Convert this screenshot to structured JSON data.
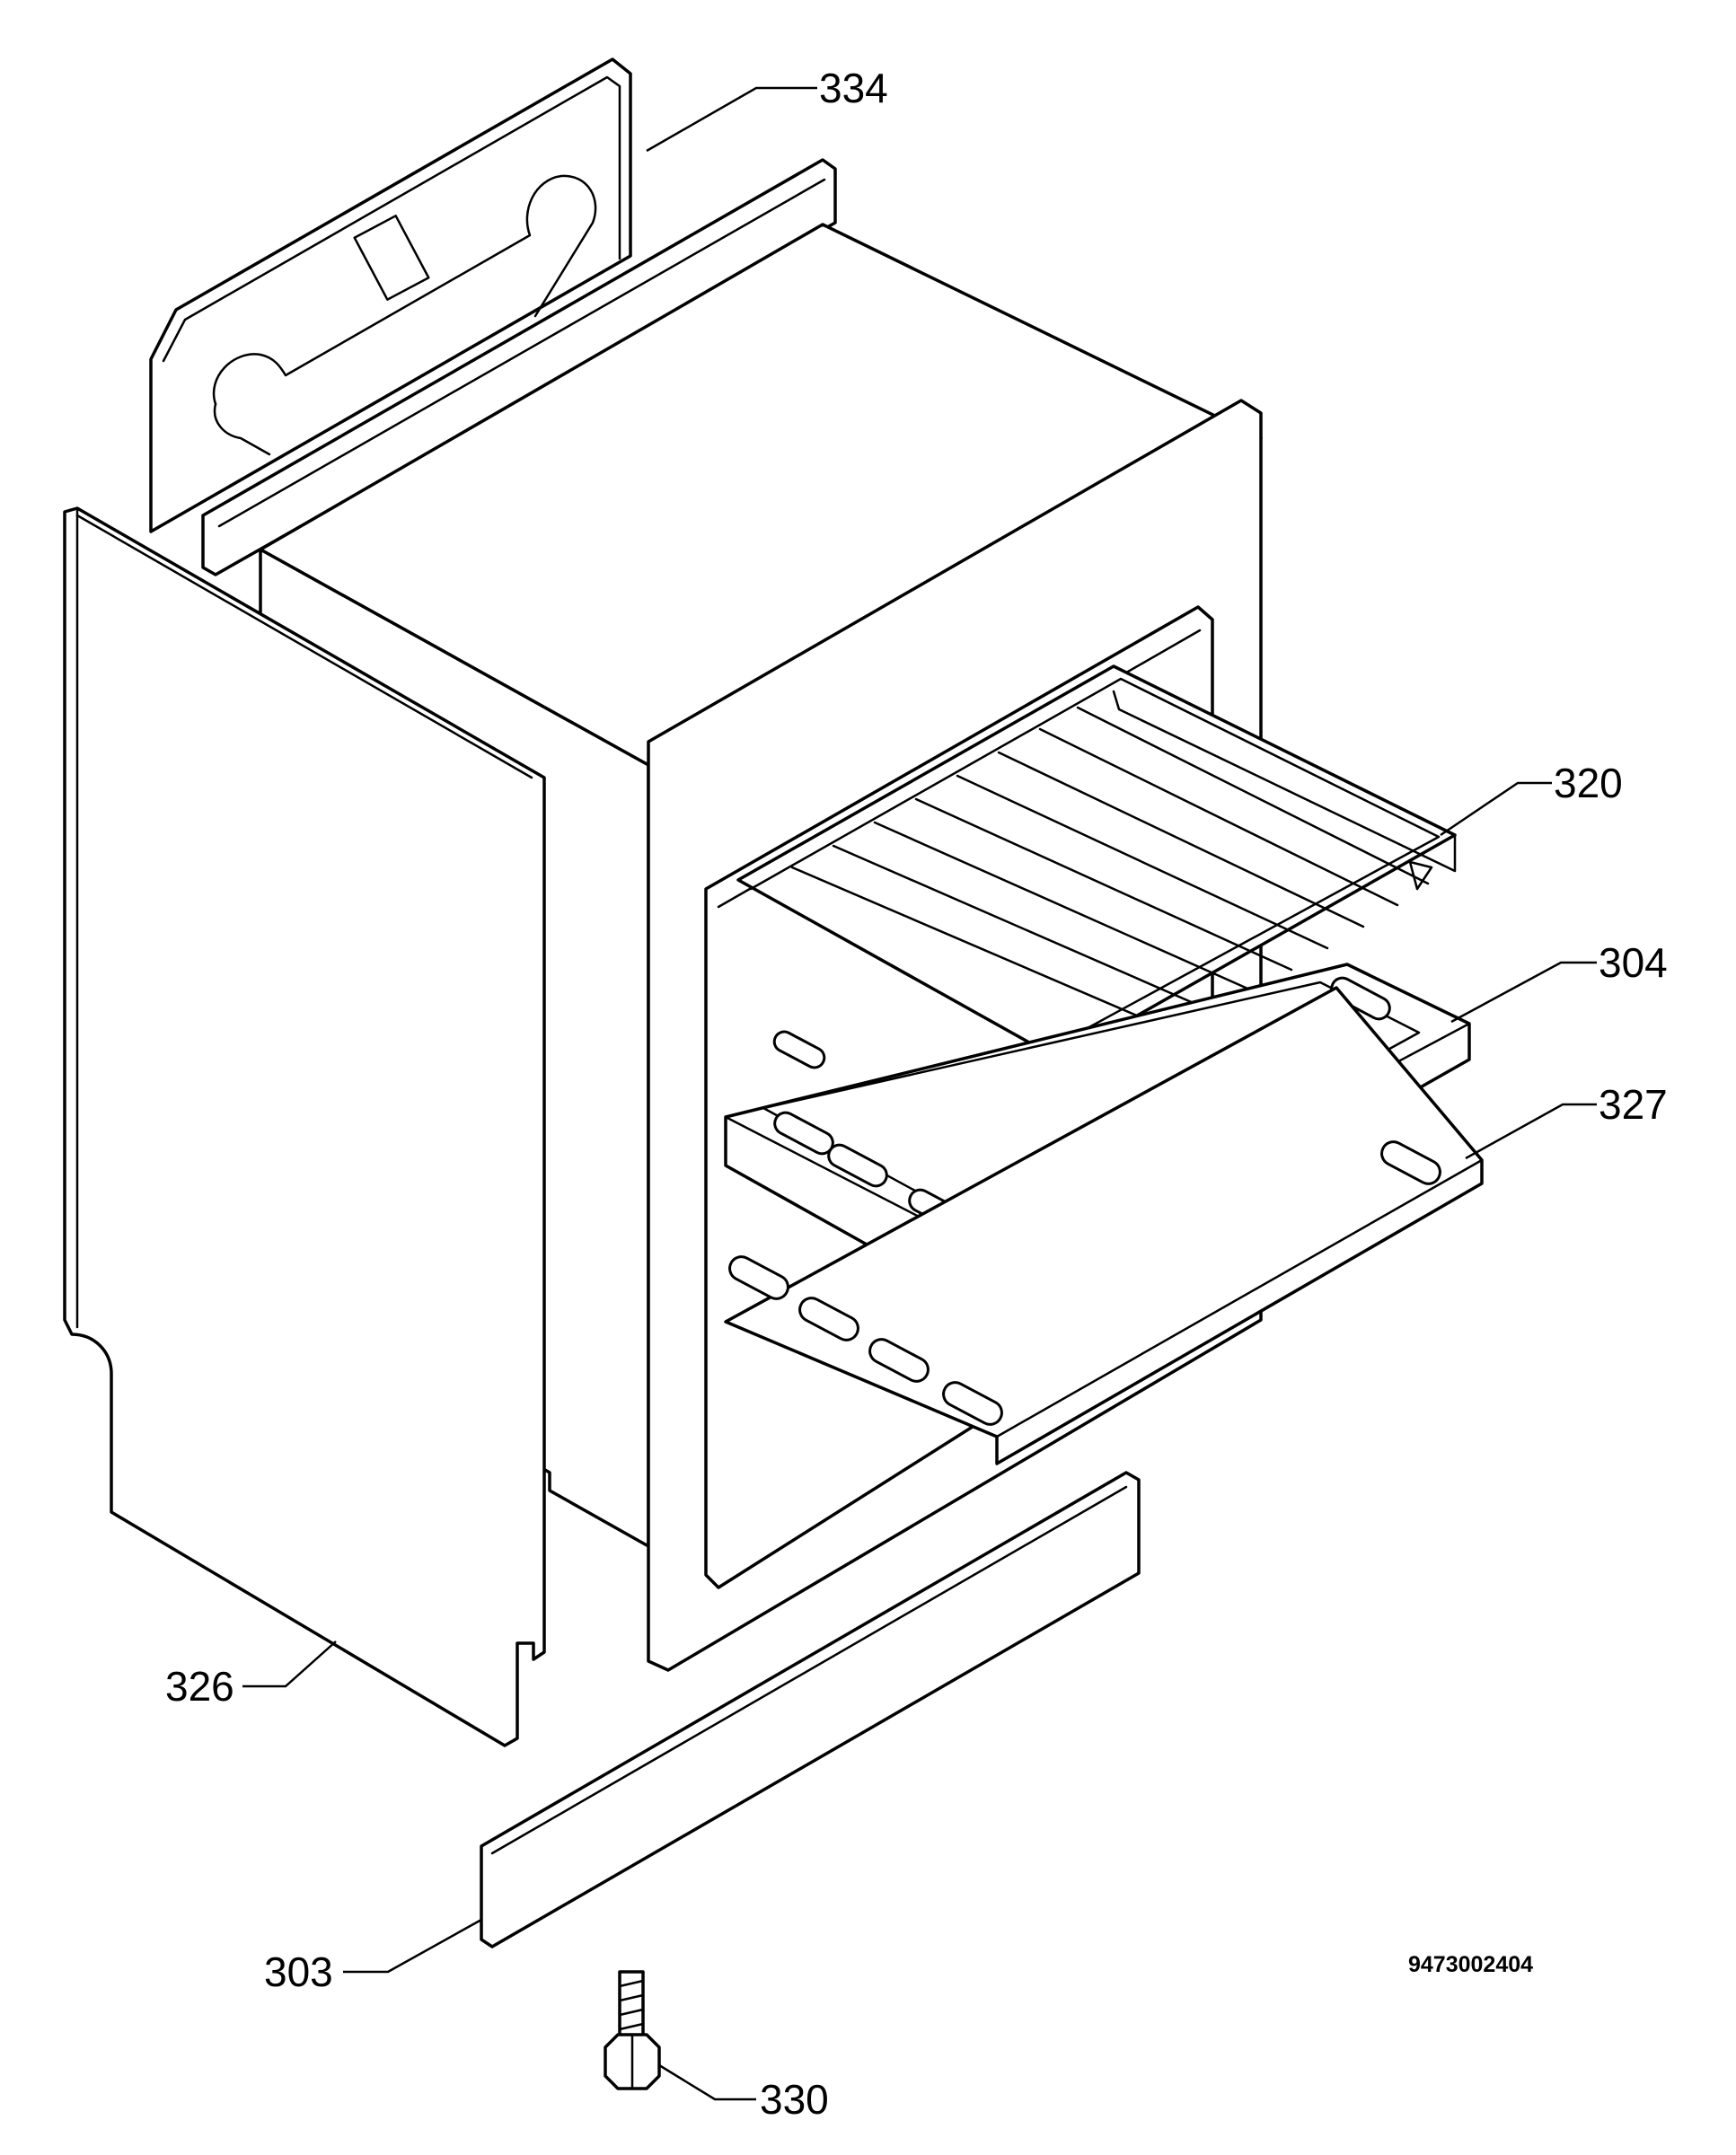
{
  "diagram": {
    "document_number": "9473002404",
    "callouts": [
      {
        "id": "rear-panel",
        "label": "334"
      },
      {
        "id": "oven-shelf",
        "label": "320"
      },
      {
        "id": "baking-tray",
        "label": "304"
      },
      {
        "id": "drip-pan",
        "label": "327"
      },
      {
        "id": "side-panel",
        "label": "326"
      },
      {
        "id": "plinth",
        "label": "303"
      },
      {
        "id": "screw",
        "label": "330"
      }
    ]
  }
}
